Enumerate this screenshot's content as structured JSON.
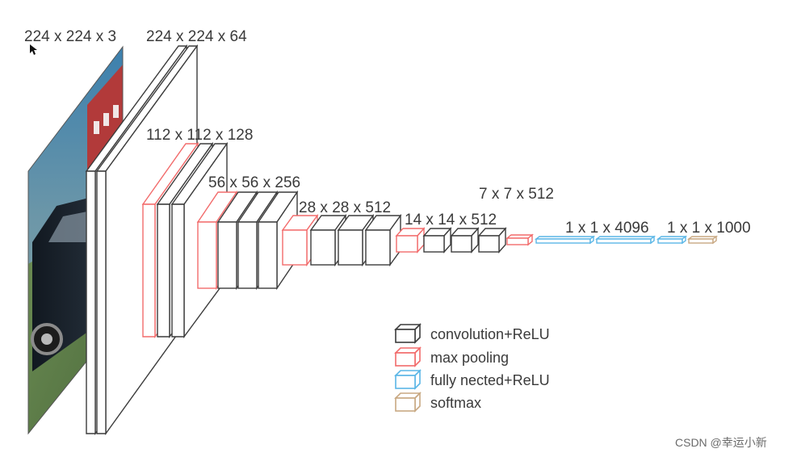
{
  "diagram": {
    "colors": {
      "convolution": "#3c3c3c",
      "max_pooling": "#f26b6b",
      "fully_connected": "#5ab6e6",
      "softmax": "#c8a882"
    },
    "labels": {
      "input": "224 x 224 x 3",
      "conv1": "224 x 224 x 64",
      "conv2": "112 x 112 x 128",
      "conv3": "56 x 56 x 256",
      "conv4": "28 x 28 x 512",
      "conv5": "14 x 14 x 512",
      "pool5": "7 x 7 x 512",
      "fc": "1 x 1 x 4096",
      "softmax": "1 x 1 x 1000"
    },
    "legend": {
      "convolution": "convolution+ReLU",
      "max_pooling": "max pooling",
      "fully_connected": "fully nected+ReLU",
      "softmax": "softmax"
    },
    "input_image": "photo of a dark car in front of a building"
  },
  "watermark": "CSDN @幸运小新"
}
